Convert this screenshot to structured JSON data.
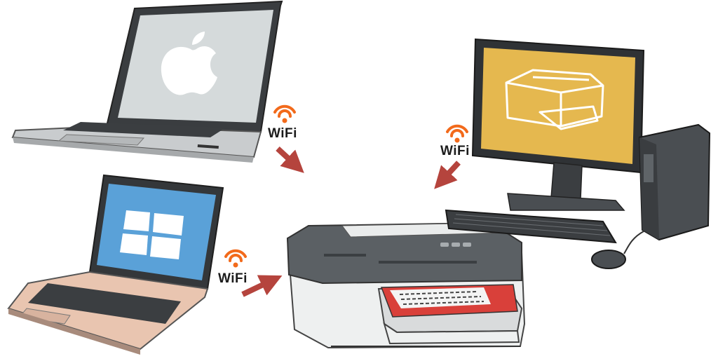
{
  "wifi_labels": {
    "macbook": "WiFi",
    "windows_laptop": "WiFi",
    "desktop": "WiFi"
  },
  "colors": {
    "wifi_orange": "#f26a1b",
    "arrow_red": "#b5443d",
    "desktop_screen": "#e5b84f",
    "windows_screen": "#5aa1d8",
    "mac_screen": "#d5dadb",
    "printer_body": "#5b6064",
    "paper_red": "#d9403a"
  },
  "icons": {
    "macbook_logo": "apple-logo-icon",
    "windows_logo": "windows-logo-icon",
    "desktop_screen_image": "printer-icon",
    "wifi_signal": "wifi-icon"
  }
}
